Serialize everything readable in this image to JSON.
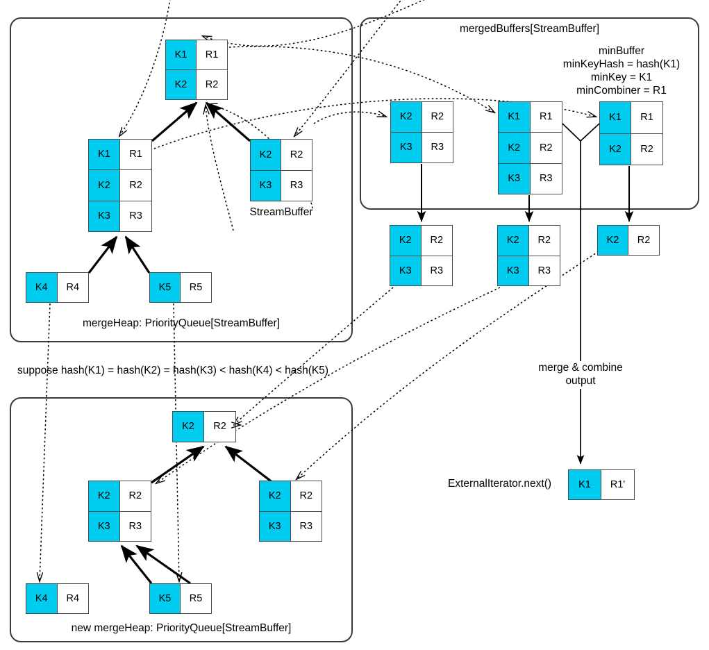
{
  "panels": [
    {
      "id": "merge-heap",
      "label": "mergeHeap: PriorityQueue[StreamBuffer]"
    },
    {
      "id": "merged-buffers",
      "label": "mergedBuffers[StreamBuffer]"
    },
    {
      "id": "new-merge-heap",
      "label": "new mergeHeap: PriorityQueue[StreamBuffer]"
    }
  ],
  "notes": {
    "stream_buffer": "StreamBuffer",
    "hash_assumption": "suppose hash(K1) = hash(K2) = hash(K3) < hash(K4) < hash(K5)",
    "merge_combine_output_line1": "merge & combine",
    "merge_combine_output_line2": "output",
    "external_iterator": "ExternalIterator.next()",
    "min_buffer": [
      "minBuffer",
      "minKeyHash = hash(K1)",
      "minKey = K1",
      "minCombiner = R1"
    ]
  },
  "merge_heap": {
    "root": {
      "name": "heap-root-buffer",
      "rows": [
        [
          "K1",
          "R1"
        ],
        [
          "K2",
          "R2"
        ]
      ]
    },
    "left_child": {
      "name": "heap-left-child-buffer",
      "rows": [
        [
          "K1",
          "R1"
        ],
        [
          "K2",
          "R2"
        ],
        [
          "K3",
          "R3"
        ]
      ]
    },
    "right_child": {
      "name": "heap-right-child-buffer",
      "rows": [
        [
          "K2",
          "R2"
        ],
        [
          "K3",
          "R3"
        ]
      ]
    },
    "leaf_left": {
      "name": "heap-leaf-k4-buffer",
      "rows": [
        [
          "K4",
          "R4"
        ]
      ]
    },
    "leaf_right": {
      "name": "heap-leaf-k5-buffer",
      "rows": [
        [
          "K5",
          "R5"
        ]
      ]
    }
  },
  "merged_buffers": {
    "buffer_1": {
      "name": "merged-buffer-1",
      "rows": [
        [
          "K2",
          "R2"
        ],
        [
          "K3",
          "R3"
        ]
      ]
    },
    "buffer_2": {
      "name": "merged-buffer-2",
      "rows": [
        [
          "K1",
          "R1"
        ],
        [
          "K2",
          "R2"
        ],
        [
          "K3",
          "R3"
        ]
      ]
    },
    "buffer_3": {
      "name": "merged-buffer-3",
      "rows": [
        [
          "K1",
          "R1"
        ],
        [
          "K2",
          "R2"
        ]
      ]
    }
  },
  "remaining_buffers": {
    "remainder_1": {
      "name": "remaining-buffer-1",
      "rows": [
        [
          "K2",
          "R2"
        ],
        [
          "K3",
          "R3"
        ]
      ]
    },
    "remainder_2": {
      "name": "remaining-buffer-2",
      "rows": [
        [
          "K2",
          "R2"
        ],
        [
          "K3",
          "R3"
        ]
      ]
    },
    "remainder_3": {
      "name": "remaining-buffer-3",
      "rows": [
        [
          "K2",
          "R2"
        ]
      ]
    }
  },
  "new_merge_heap": {
    "root": {
      "name": "new-heap-root-buffer",
      "rows": [
        [
          "K2",
          "R2"
        ]
      ]
    },
    "left_child": {
      "name": "new-heap-left-child-buffer",
      "rows": [
        [
          "K2",
          "R2"
        ],
        [
          "K3",
          "R3"
        ]
      ]
    },
    "right_child": {
      "name": "new-heap-right-child-buffer",
      "rows": [
        [
          "K2",
          "R2"
        ],
        [
          "K3",
          "R3"
        ]
      ]
    },
    "leaf_left": {
      "name": "new-heap-leaf-k4-buffer",
      "rows": [
        [
          "K4",
          "R4"
        ]
      ]
    },
    "leaf_right": {
      "name": "new-heap-leaf-k5-buffer",
      "rows": [
        [
          "K5",
          "R5"
        ]
      ]
    }
  },
  "output": {
    "result": {
      "name": "iterator-output-pair",
      "rows": [
        [
          "K1",
          "R1'"
        ]
      ]
    }
  },
  "colors": {
    "key_fill": "#00ccf0",
    "record_fill": "#ffffff",
    "box_stroke": "#4a4a4a",
    "panel_stroke": "#3a3a3a",
    "wire": "#000000"
  }
}
